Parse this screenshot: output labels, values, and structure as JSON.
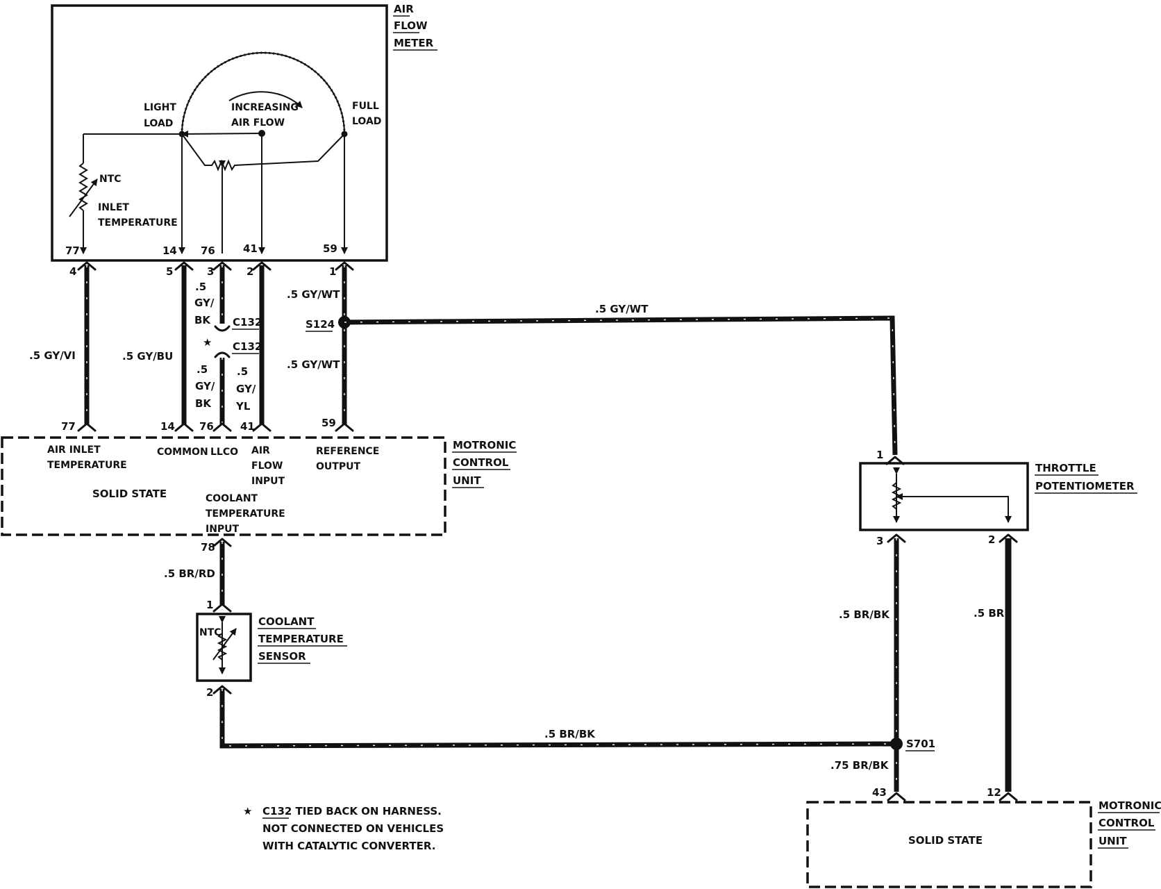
{
  "afm": {
    "title": [
      "AIR",
      "FLOW",
      "METER"
    ],
    "light_load": [
      "LIGHT",
      "LOAD"
    ],
    "full_load": [
      "FULL",
      "LOAD"
    ],
    "increasing": [
      "INCREASING",
      "AIR FLOW"
    ],
    "ntc": "NTC",
    "inlet": [
      "INLET",
      "TEMPERATURE"
    ],
    "pins": [
      "77",
      "14",
      "76",
      "41",
      "59"
    ]
  },
  "harness_pins_top": [
    "4",
    "5",
    "3",
    "2",
    "1"
  ],
  "wires": {
    "gy_vi": ".5 GY/VI",
    "gy_bu": ".5 GY/BU",
    "gy_bk_upper": [
      ".5",
      "GY/",
      "BK"
    ],
    "gy_bk_lower": [
      ".5",
      "GY/",
      "BK"
    ],
    "gy_yl": [
      ".5",
      "GY/",
      "YL"
    ],
    "gy_wt_upper": ".5 GY/WT",
    "gy_wt_lower": ".5 GY/WT",
    "gy_wt_run": ".5 GY/WT",
    "br_rd": ".5 BR/RD",
    "br_bk_bottom": ".5 BR/BK",
    "br_bk_right": ".5 BR/BK",
    "br_bk_075": ".75 BR/BK",
    "br": ".5 BR"
  },
  "splices": {
    "s124": "S124",
    "s701": "S701",
    "c132_upper": "C132",
    "c132_lower": "C132",
    "star": "★"
  },
  "mcu_top": {
    "title": [
      "MOTRONIC",
      "CONTROL",
      "UNIT"
    ],
    "pins": [
      "77",
      "14",
      "76",
      "41",
      "59"
    ],
    "air_inlet": [
      "AIR INLET",
      "TEMPERATURE"
    ],
    "common": "COMMON",
    "llco": "LLCO",
    "air_flow_input": [
      "AIR",
      "FLOW",
      "INPUT"
    ],
    "reference_output": [
      "REFERENCE",
      "OUTPUT"
    ],
    "solid_state": "SOLID STATE",
    "coolant_input": [
      "COOLANT",
      "TEMPERATURE",
      "INPUT"
    ],
    "pin_78": "78"
  },
  "coolant_sensor": {
    "title": [
      "COOLANT",
      "TEMPERATURE",
      "SENSOR"
    ],
    "ntc": "NTC",
    "pin1": "1",
    "pin2": "2"
  },
  "throttle": {
    "title": [
      "THROTTLE",
      "POTENTIOMETER"
    ],
    "pin1": "1",
    "pin3": "3",
    "pin2": "2"
  },
  "mcu_bottom": {
    "title": [
      "MOTRONIC",
      "CONTROL",
      "UNIT"
    ],
    "solid_state": "SOLID STATE",
    "pin43": "43",
    "pin12": "12"
  },
  "note": {
    "star": "★",
    "c132": "C132",
    "line1_rest": " TIED BACK ON HARNESS.",
    "line2": "NOT CONNECTED ON VEHICLES",
    "line3": "WITH CATALYTIC CONVERTER."
  }
}
